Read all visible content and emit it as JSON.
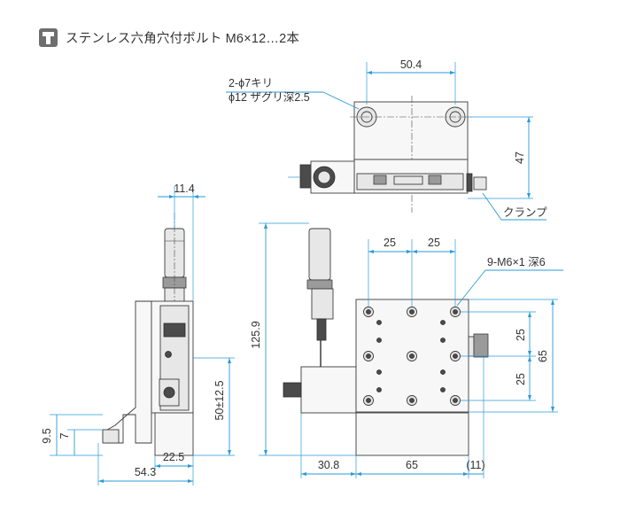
{
  "header": {
    "title": "ステンレス六角穴付ボルト M6×12…2本",
    "icon": "t-bolt-icon"
  },
  "top_view": {
    "dim_width": "50.4",
    "dim_height": "47",
    "hole_note_1": "2-ϕ7キリ",
    "hole_note_2": "ϕ12 ザグリ深2.5",
    "clamp_label": "クランプ"
  },
  "side_view": {
    "dim_micrometer_offset": "11.4",
    "dim_height": "50±12.5",
    "dim_foot_outer": "9.5",
    "dim_foot_inner": "7",
    "dim_depth_inner": "22.5",
    "dim_depth_total": "54.3"
  },
  "front_view": {
    "dim_pitch_x1": "25",
    "dim_pitch_x2": "25",
    "tap_note": "9-M6×1 深6",
    "dim_pitch_y1": "25",
    "dim_pitch_y2": "25",
    "dim_table_size": "65",
    "dim_total_height": "125.9",
    "dim_offset": "30.8",
    "dim_table_width": "65",
    "dim_clamp_ref": "(11)"
  },
  "colors": {
    "dimension": "#2a9ad6",
    "outline": "#3c3c3c",
    "icon": "#6e6e6e"
  }
}
